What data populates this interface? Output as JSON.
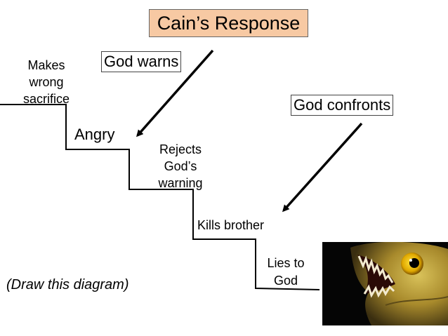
{
  "diagram": {
    "title": "Cain’s Response",
    "labels": {
      "god_warns": "God warns",
      "god_confronts": "God confronts",
      "makes_wrong_sacrifice": "Makes\nwrong\nsacrifice",
      "angry": "Angry",
      "rejects_gods_warning": "Rejects\nGod’s\nwarning",
      "kills_brother": "Kills brother",
      "lies_to_god": "Lies to\nGod",
      "instruction": "(Draw this diagram)"
    },
    "colors": {
      "title_fill": "#f7c9a3",
      "line": "#000000"
    },
    "image": {
      "icon": "piranha-photo"
    }
  }
}
